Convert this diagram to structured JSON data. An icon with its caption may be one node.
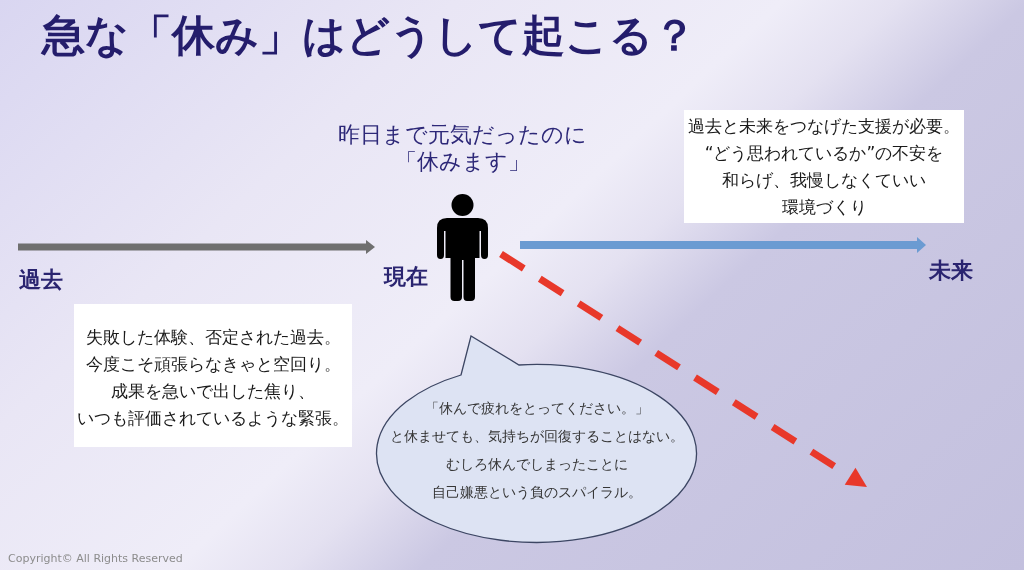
{
  "diagram": {
    "title": "急な「休み」はどうして起こる？",
    "nodes": [
      {
        "text": [
          "過去と未来をつなげた支援が必要。“どう思われているか”の不安を和らげ、我慢しなくていい環境づくり"
        ]
      },
      {
        "text": [],
        "shape": "person"
      },
      {
        "text": [
          "過去"
        ]
      },
      {
        "text": [
          "現在"
        ]
      },
      {
        "text": [
          "未来"
        ]
      },
      {
        "text": [
          "失敗した体験、否定された過去。今度こそ頑張らなきゃと空回り。成果を急いで出した焦り、いつも評価されているような緊張。"
        ]
      },
      {
        "text": [
          "「休んで疲れをとってください。」と休ませても、気持ちが回復することはない。むしろ休んでしまったことに自己嫌悪という負のスパイラル。"
        ]
      }
    ],
    "edges": [
      {
        "from": 2,
        "to": 3,
        "arrow": "to",
        "color": "#6f6f6f"
      },
      {
        "from": 1,
        "to": 4,
        "arrow": "to",
        "color": "#6b9bd2"
      },
      {
        "from": 1,
        "to": null,
        "arrow": "to",
        "style": "dashed",
        "color": "#e8382a"
      }
    ],
    "labels": [
      "昨日まで元気だったのに「休みます」",
      "Copyright© All Rights Reserved"
    ]
  }
}
